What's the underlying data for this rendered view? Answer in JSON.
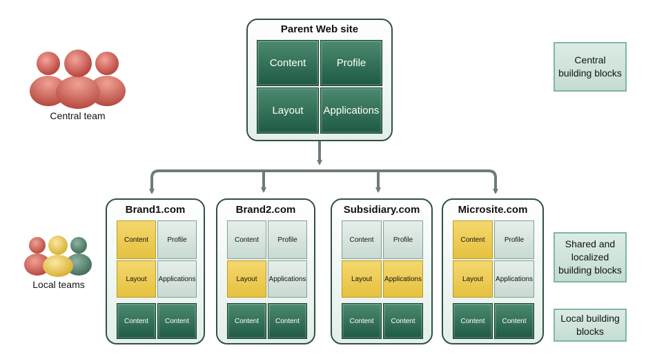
{
  "parent": {
    "title": "Parent Web site",
    "blocks": [
      "Content",
      "Profile",
      "Layout",
      "Applications"
    ]
  },
  "sites": [
    {
      "title": "Brand1.com",
      "row1": [
        "Content",
        "Profile"
      ],
      "row2": [
        "Layout",
        "Applications"
      ],
      "row3": [
        "Content",
        "Content"
      ],
      "yellow": [
        true,
        false,
        true,
        false
      ]
    },
    {
      "title": "Brand2.com",
      "row1": [
        "Content",
        "Profile"
      ],
      "row2": [
        "Layout",
        "Applications"
      ],
      "row3": [
        "Content",
        "Content"
      ],
      "yellow": [
        false,
        false,
        true,
        false
      ]
    },
    {
      "title": "Subsidiary.com",
      "row1": [
        "Content",
        "Profile"
      ],
      "row2": [
        "Layout",
        "Applications"
      ],
      "row3": [
        "Content",
        "Content"
      ],
      "yellow": [
        false,
        false,
        true,
        true
      ]
    },
    {
      "title": "Microsite.com",
      "row1": [
        "Content",
        "Profile"
      ],
      "row2": [
        "Layout",
        "Applications"
      ],
      "row3": [
        "Content",
        "Content"
      ],
      "yellow": [
        true,
        false,
        true,
        false
      ]
    }
  ],
  "teams": {
    "central": "Central team",
    "local": "Local teams"
  },
  "legend": {
    "central": "Central\nbuilding blocks",
    "shared": "Shared and\nlocalized\nbuilding blocks",
    "local": "Local building\nblocks"
  },
  "colors": {
    "dark_green": "#1f5a42",
    "light_green": "#c8dad1",
    "yellow": "#e6c13f",
    "connector": "#6e7c77",
    "central_people": "#c8584f",
    "local_people_red": "#c65a4e",
    "local_people_yellow": "#e7c64a",
    "local_people_green": "#4f7a66"
  }
}
